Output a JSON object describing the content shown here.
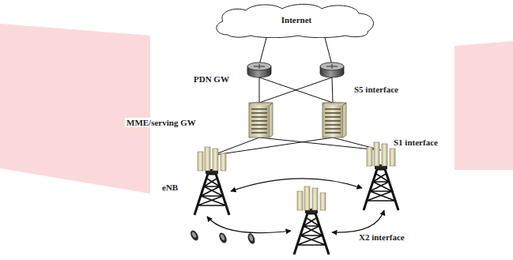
{
  "diagram": {
    "nodes": [
      {
        "text": [
          "Internet"
        ]
      }
    ],
    "labels": [
      "PDN GW",
      "S5 interface",
      "MME/serving GW",
      "S1 interface",
      "eNB",
      "X2 interface"
    ]
  }
}
